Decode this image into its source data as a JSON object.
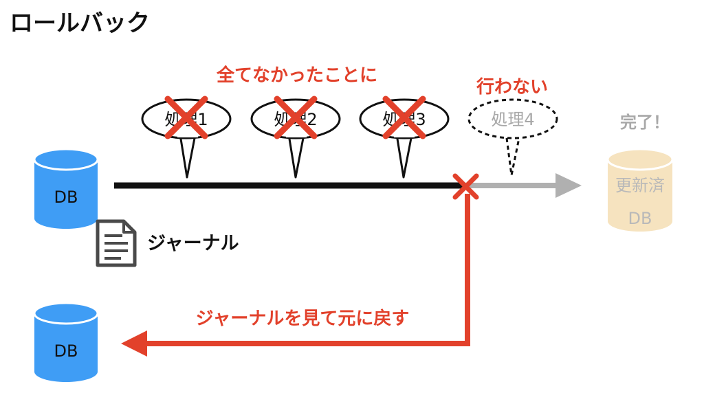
{
  "title": "ロールバック",
  "annotations": {
    "all_cancelled": "全てなかったことに",
    "not_executed": "行わない",
    "completed": "完了！",
    "restore": "ジャーナルを見て元に戻す"
  },
  "processes": [
    {
      "label": "処理1",
      "cancelled": true
    },
    {
      "label": "処理2",
      "cancelled": true
    },
    {
      "label": "処理3",
      "cancelled": true
    },
    {
      "label": "処理4",
      "cancelled": false,
      "pending": true
    }
  ],
  "databases": {
    "source": "DB",
    "updated_line1": "更新済",
    "updated_line2": "DB",
    "restored": "DB"
  },
  "journal": {
    "label": "ジャーナル",
    "icon": "document-icon"
  },
  "colors": {
    "db_blue": "#3f9df5",
    "db_faded": "#f6e3bf",
    "accent_red": "#e2412b",
    "timeline_black": "#111111",
    "arrow_gray": "#b0b0b0"
  }
}
